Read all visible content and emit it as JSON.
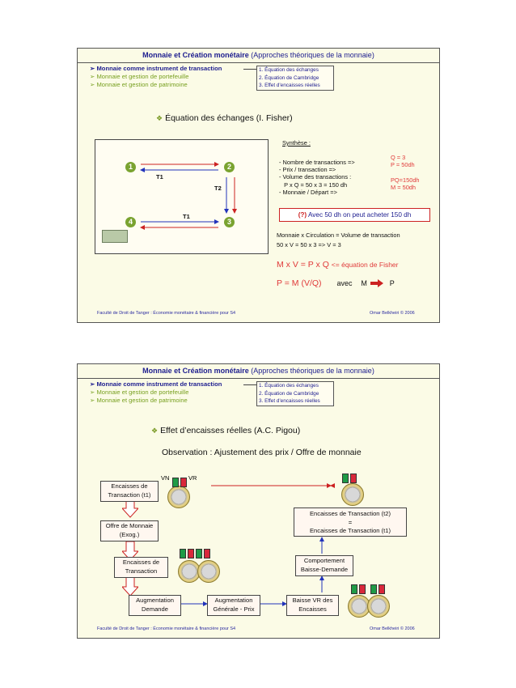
{
  "header": {
    "title_bold": "Monnaie et Création monétaire",
    "title_rest": "(Approches théoriques de la monnaie)"
  },
  "menu": {
    "active": "Monnaie comme instrument de transaction",
    "item2": "Monnaie et gestion de portefeuille",
    "item3": "Monnaie et gestion de patrimoine"
  },
  "equations": {
    "e1": "1. Équation des échanges",
    "e2": "2. Équation de Cambridge",
    "e3": "3. Effet d'encaisses réelles"
  },
  "footer": {
    "left": "Faculté de Droit de Tanger : Économie monétaire & financière pour S4",
    "right": "Omar Belkheiri © 2006"
  },
  "colors": {
    "accent_green": "#7aa330",
    "title_blue": "#1d1d8f",
    "red": "#e03a3a",
    "slide_bg": "#fbfbe6"
  },
  "slide1": {
    "subtitle": "Équation des échanges (I. Fisher)",
    "circles": {
      "c1": "1",
      "c2": "2",
      "c3": "3",
      "c4": "4"
    },
    "labels": {
      "t1_top": "T1",
      "t2": "T2",
      "t1_bottom": "T1"
    },
    "synthese": {
      "heading": "Synthèse :",
      "rows": [
        {
          "left": "- Nombre de transactions =>",
          "right": "Q = 3"
        },
        {
          "left": "- Prix / transaction =>",
          "right": "P = 50dh"
        },
        {
          "left": "- Volume des transactions :",
          "right": ""
        },
        {
          "left": "   P x Q = 50 x 3 = 150 dh",
          "right": "PQ=150dh"
        },
        {
          "left": "- Monnaie / Départ =>",
          "right": "M = 50dh"
        }
      ]
    },
    "question_box": {
      "mark": "(?)",
      "text": "Avec 50 dh on peut acheter 150 dh"
    },
    "circulation_line1": "Monnaie x Circulation = Volume de transaction",
    "circulation_line2": "50 x V = 50 x 3  => V = 3",
    "fisher_eq": "M x V = P x Q",
    "fisher_label": "<= équation de Fisher",
    "pmq_left": "P = M (V/Q)",
    "pmq_avec": "avec",
    "pmq_m": "M",
    "pmq_p": "P"
  },
  "slide2": {
    "subtitle": "Effet d’encaisses réelles (A.C. Pigou)",
    "observation": "Observation : Ajustement des prix / Offre de monnaie",
    "vn": "VN",
    "vr": "VR",
    "boxes": {
      "b_et1": "Encaisses de Transaction (t1)",
      "b_offre": "Offre de Monnaie (Exog.)",
      "b_et": "Encaisses de Transaction",
      "b_aug_dem": "Augmentation Demande",
      "b_aug_prix": "Augmentation Générale - Prix",
      "b_baisse": "Baisse VR des Encaisses",
      "b_comport": "Comportement Baisse-Demande",
      "b_et2_line1": "Encaisses de Transaction (t2)",
      "b_et2_line2": "=",
      "b_et2_line3": "Encaisses de Transaction (t1)"
    }
  }
}
